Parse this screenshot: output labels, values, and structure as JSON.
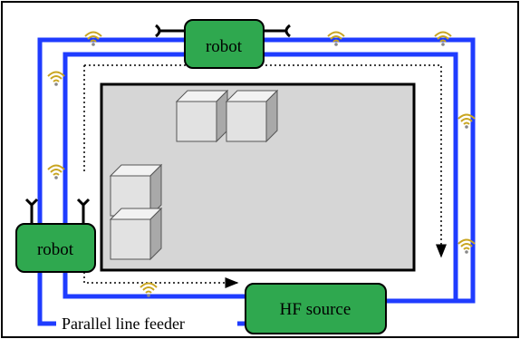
{
  "labels": {
    "robot_top": "robot",
    "robot_left": "robot",
    "hf_source": "HF source",
    "feeder": "Parallel line feeder"
  },
  "colors": {
    "feeder_line": "#1f3cff",
    "robot_fill": "#2fa84f",
    "area_fill": "#d6d6d6",
    "box_fill": "#e2e2e2"
  },
  "icons": {
    "signal": "wifi-signal-icon",
    "antenna": "antenna-icon",
    "box": "cube-icon"
  }
}
